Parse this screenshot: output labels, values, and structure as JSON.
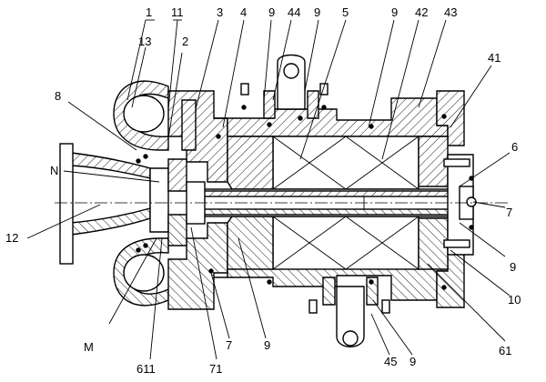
{
  "labels": {
    "l1": "1",
    "l11": "11",
    "l3": "3",
    "l4": "4",
    "l9": "9",
    "l44": "44",
    "l5": "5",
    "l42": "42",
    "l43": "43",
    "l2": "2",
    "l13": "13",
    "l41": "41",
    "l8": "8",
    "lN": "N",
    "l6": "6",
    "l12": "12",
    "l7": "7",
    "l10": "10",
    "lM": "M",
    "l611": "611",
    "l71": "71",
    "l45": "45",
    "l61": "61"
  }
}
